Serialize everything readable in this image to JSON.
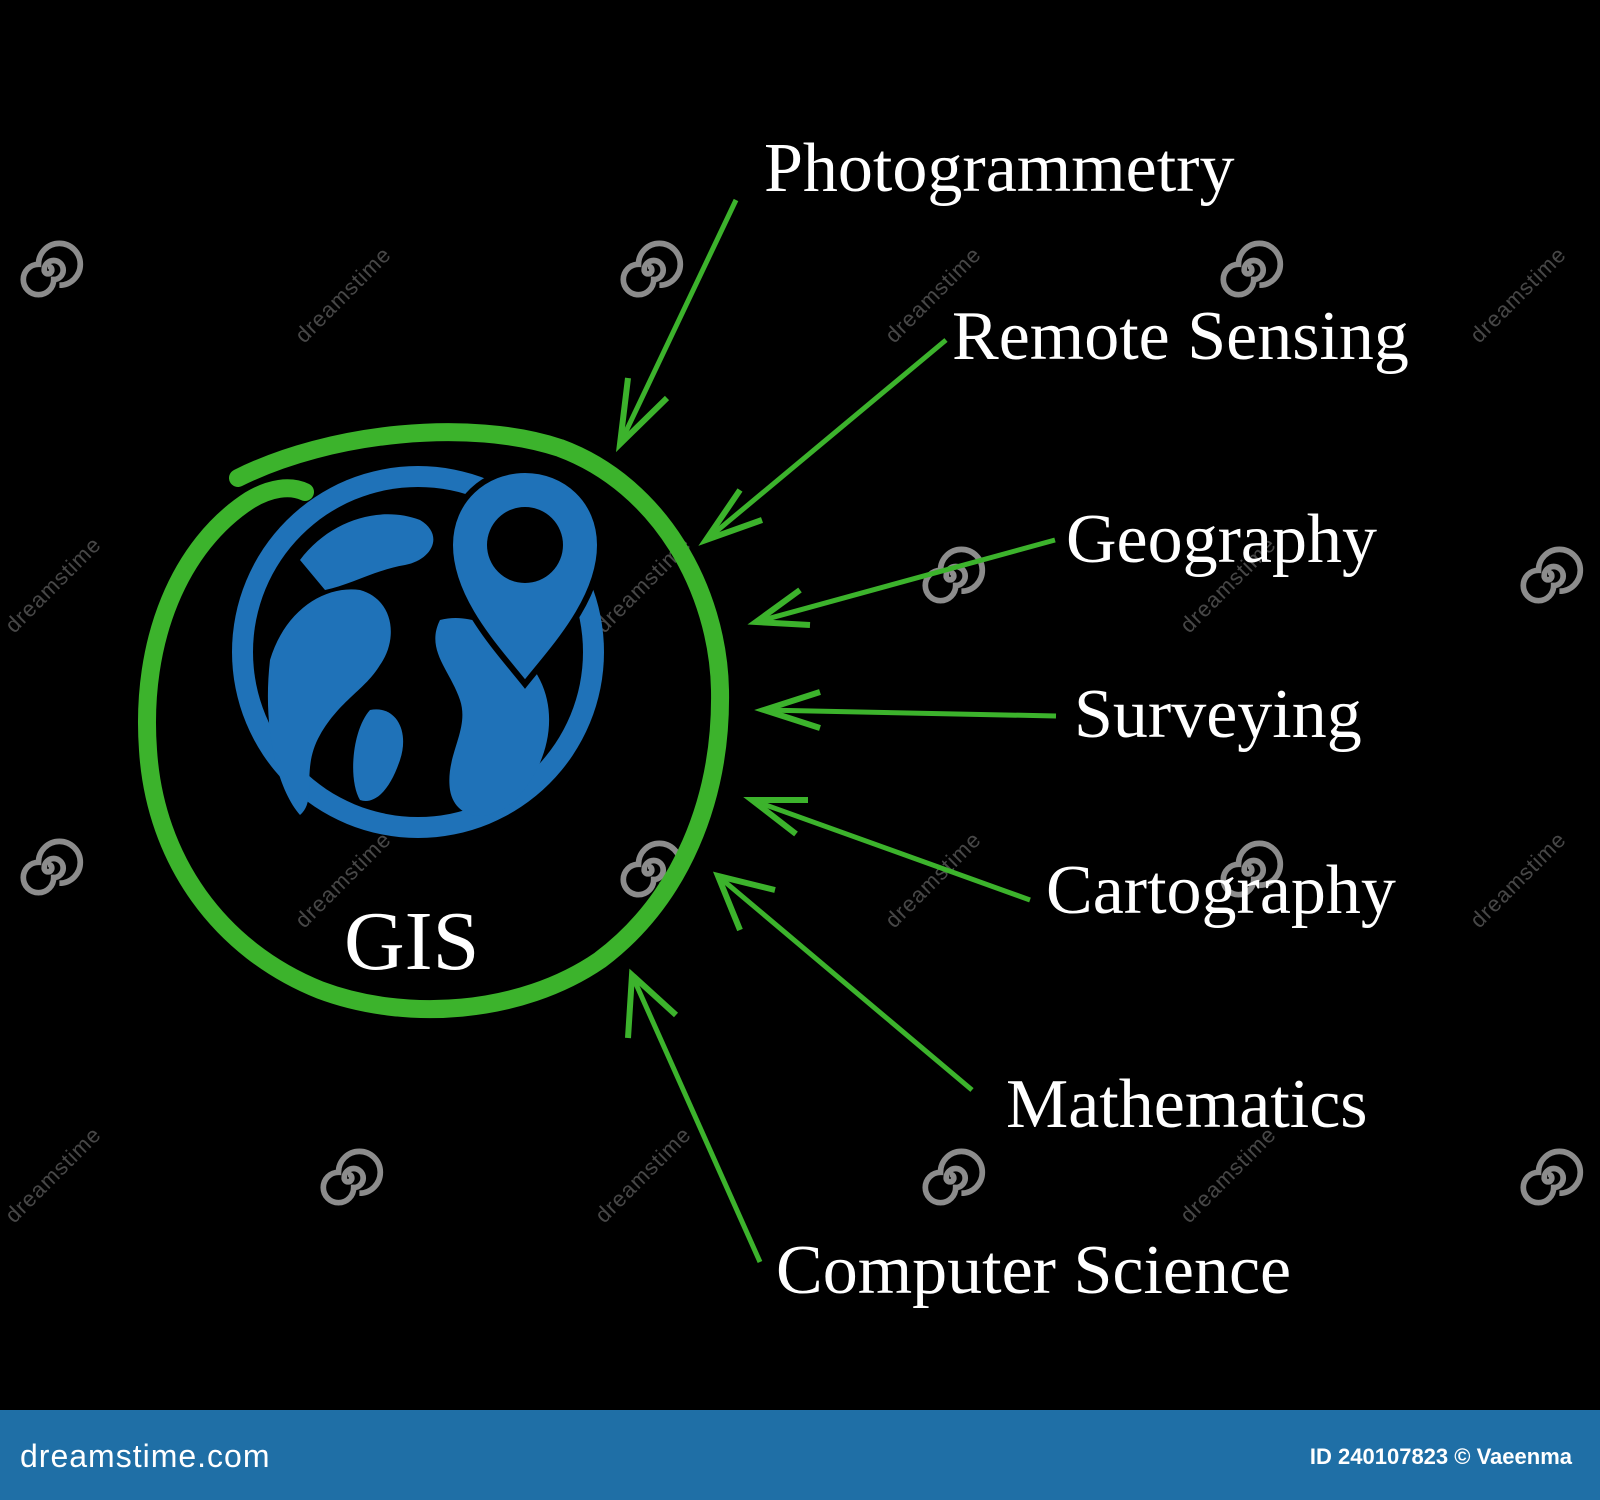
{
  "center": {
    "label": "GIS"
  },
  "disciplines": [
    "Photogrammetry",
    "Remote Sensing",
    "Geography",
    "Surveying",
    "Cartography",
    "Mathematics",
    "Computer Science"
  ],
  "colors": {
    "background": "#000000",
    "arrow": "#3cb32c",
    "globe": "#1f72b8",
    "text": "#ffffff",
    "footer": "#1f6fa6"
  },
  "icons": [
    "globe-icon",
    "map-pin-icon",
    "watermark-spiral-icon"
  ],
  "watermark": {
    "repeat_text": "dreamstime",
    "brand": "dreamstime.com",
    "credit": "ID 240107823 © Vaeenma"
  }
}
